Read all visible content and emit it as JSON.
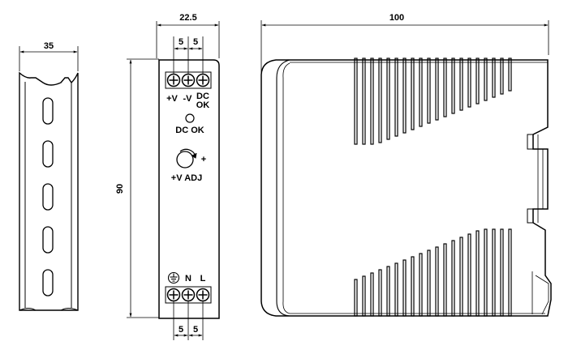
{
  "rail": {
    "width": "35"
  },
  "front": {
    "width": "22.5",
    "height": "90",
    "top_pitch_a": "5",
    "top_pitch_b": "5",
    "bottom_pitch_a": "5",
    "bottom_pitch_b": "5",
    "label_pv": "+V",
    "label_mv": "-V",
    "label_dc": "DC",
    "label_ok": "OK",
    "label_dcok": "DC OK",
    "label_plus": "+",
    "label_vadj": "+V ADJ",
    "label_n": "N",
    "label_l": "L",
    "ground_icon": "protective-earth-icon",
    "pot_icon": "adjust-potentiometer-icon"
  },
  "side": {
    "width": "100"
  }
}
